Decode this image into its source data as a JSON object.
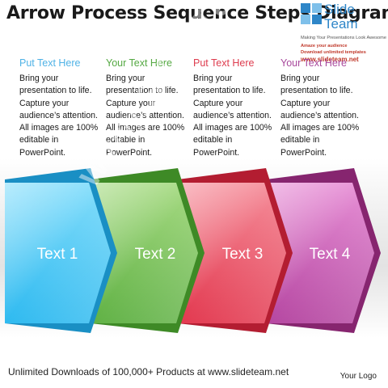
{
  "title": "Arrow Process Sequence Steps Diagram",
  "logo": {
    "name_line1": "Slide",
    "name_line2": "Team",
    "tagline": "Making Your Presentations Look Awesome",
    "promo_line1": "Amaze your audience",
    "promo_line2": "Download unlimited templates",
    "promo_line3": "www.slideteam.net"
  },
  "columns": [
    {
      "heading": "Put Text Here",
      "color": "#4fb2e6",
      "body": [
        "Bring your",
        "presentation to life.",
        "Capture your",
        "audience’s attention.",
        "All images are 100%",
        "editable in",
        "PowerPoint."
      ]
    },
    {
      "heading": "Your Text Here",
      "color": "#55a943",
      "body": [
        "Bring your",
        "presentation to life.",
        "Capture your",
        "audience’s attention.",
        "All images are 100%",
        "editable in",
        "PowerPoint."
      ]
    },
    {
      "heading": "Put Text Here",
      "color": "#de3c4e",
      "body": [
        "Bring your",
        "presentation to life.",
        "Capture your",
        "audience’s attention.",
        "All images are 100%",
        "editable in",
        "PowerPoint."
      ]
    },
    {
      "heading": "Your Text Here",
      "color": "#a8489c",
      "body": [
        "Bring your",
        "presentation to life.",
        "Capture your",
        "audience’s attention.",
        "All images are 100%",
        "editable in",
        "PowerPoint."
      ]
    }
  ],
  "steps": [
    {
      "label": "Text 1",
      "fill_light": "#7fdcfb",
      "fill_dark": "#23b6ef",
      "edge": "#1a8fc4"
    },
    {
      "label": "Text 2",
      "fill_light": "#a3d97e",
      "fill_dark": "#57ad3a",
      "edge": "#3e8a26"
    },
    {
      "label": "Text 3",
      "fill_light": "#f58a97",
      "fill_dark": "#e12d45",
      "edge": "#b31d31"
    },
    {
      "label": "Text 4",
      "fill_light": "#e68bd4",
      "fill_dark": "#b13c9c",
      "edge": "#86256f"
    }
  ],
  "watermark": "www.SlideTeam.net",
  "footer": {
    "left": "Unlimited Downloads of 100,000+ Products at www.slideteam.net",
    "right": "Your Logo"
  }
}
